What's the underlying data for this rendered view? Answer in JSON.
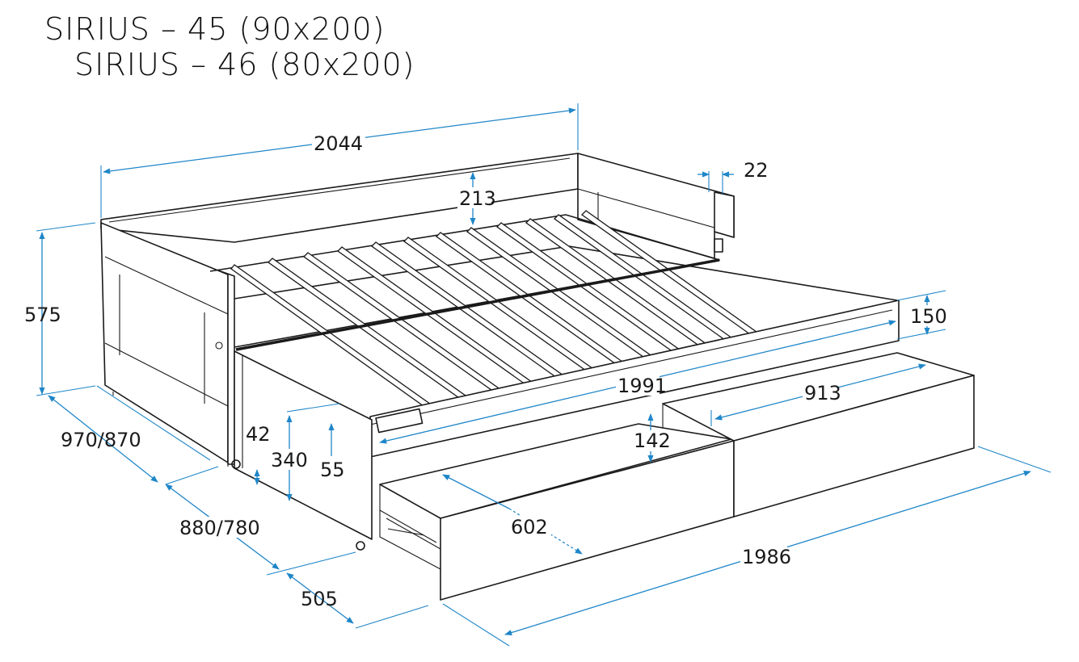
{
  "titles": {
    "model_45": "SIRIUS – 45 (90x200)",
    "model_46": "SIRIUS – 46 (80x200)"
  },
  "dimensions": {
    "length_total": "2044",
    "headboard_height": "213",
    "panel_thickness": "22",
    "bed_height": "575",
    "front_rail_height": "150",
    "inner_length": "1991",
    "drawer_width": "913",
    "width_outer": "970/870",
    "width_inner": "880/780",
    "slat_height": "42",
    "trundle_height": "340",
    "trundle_gap": "55",
    "drawer_depth_height": "142",
    "drawer_depth": "602",
    "pullout_depth": "505",
    "drawers_total_length": "1986"
  },
  "colors": {
    "dimension_line": "#1f86c8",
    "outline": "#1a1a1a"
  }
}
